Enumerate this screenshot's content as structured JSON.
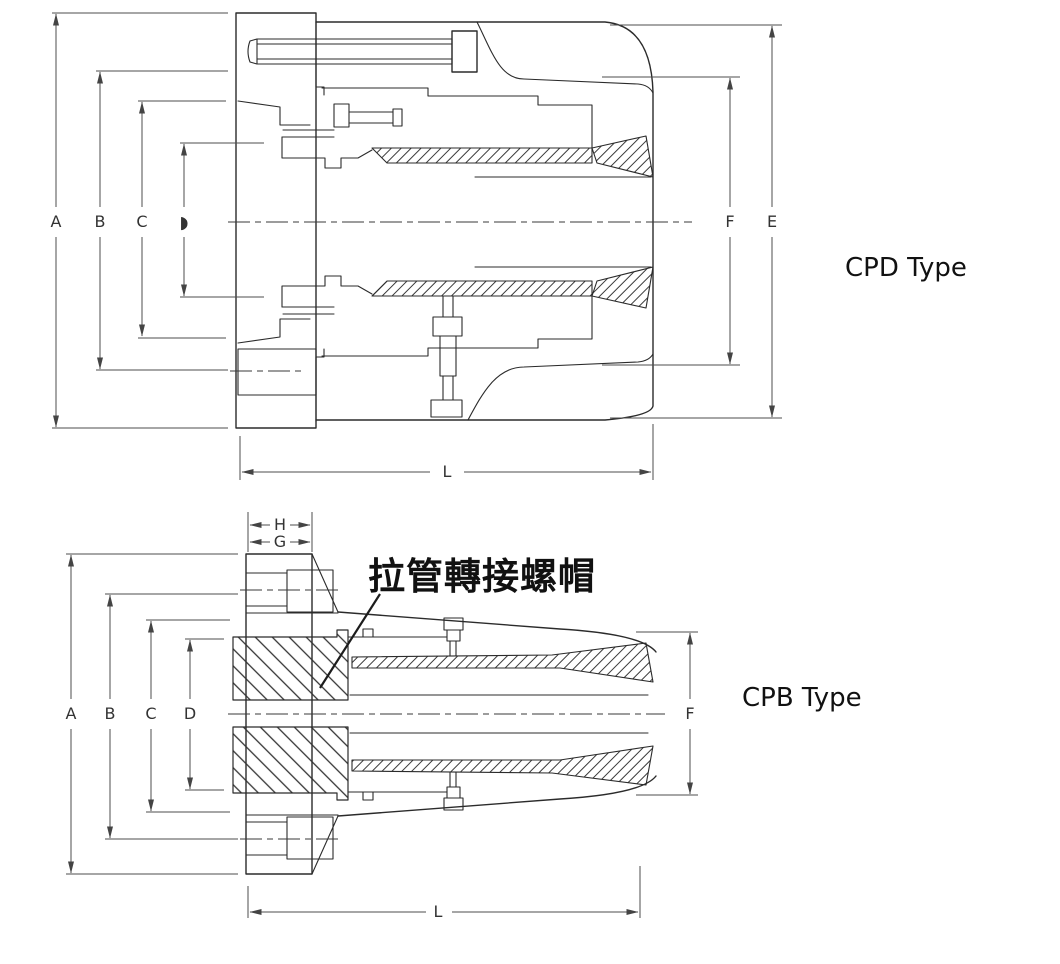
{
  "drawing": {
    "cpd": {
      "type_label": "CPD Type",
      "dim_labels": {
        "A": "A",
        "B": "B",
        "C": "C",
        "D": "◗",
        "E": "E",
        "F": "F",
        "L": "L"
      }
    },
    "cpb": {
      "type_label": "CPB Type",
      "annotation": "拉管轉接螺帽",
      "dim_labels": {
        "A": "A",
        "B": "B",
        "C": "C",
        "D": "D",
        "F": "F",
        "G": "G",
        "H": "H",
        "L": "L"
      }
    },
    "colors": {
      "geometry": "#2b2b2b",
      "dimension": "#4d4d4d",
      "text": "#111111",
      "background": "#ffffff"
    }
  }
}
